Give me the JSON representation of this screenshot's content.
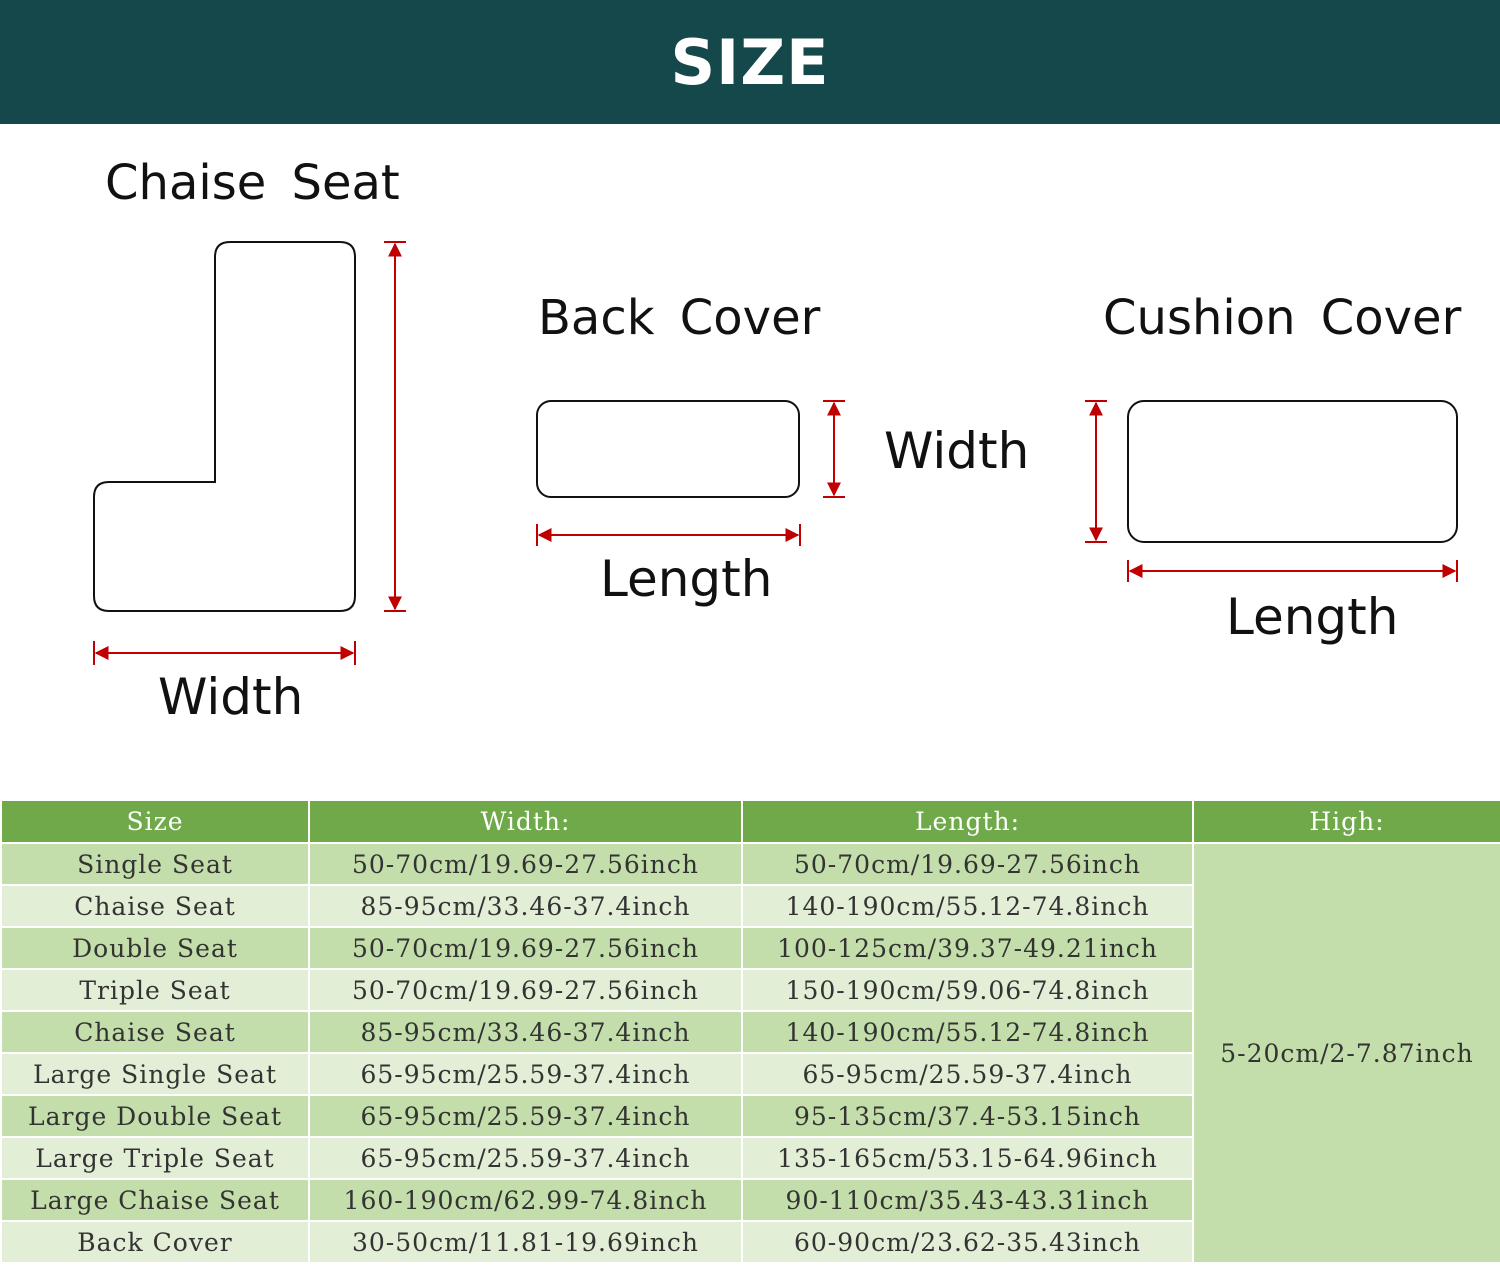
{
  "header": {
    "title": "SIZE"
  },
  "diagrams": {
    "chaise_seat": {
      "title": "Chaise Seat",
      "width_label": "Width"
    },
    "back_cover": {
      "title": "Back Cover",
      "length_label": "Length",
      "width_label": "Width"
    },
    "cushion_cover": {
      "title": "Cushion Cover",
      "length_label": "Length"
    }
  },
  "colors": {
    "header_bg": "#15484a",
    "table_header_bg": "#6fa94a",
    "row_dark": "#c3deaa",
    "row_light": "#e2efd6",
    "arrow": "#c00000"
  },
  "table": {
    "headers": [
      "Size",
      "Width:",
      "Length:",
      "High:"
    ],
    "rows": [
      [
        "Single Seat",
        "50-70cm/19.69-27.56inch",
        "50-70cm/19.69-27.56inch"
      ],
      [
        "Chaise Seat",
        "85-95cm/33.46-37.4inch",
        "140-190cm/55.12-74.8inch"
      ],
      [
        "Double Seat",
        "50-70cm/19.69-27.56inch",
        "100-125cm/39.37-49.21inch"
      ],
      [
        "Triple Seat",
        "50-70cm/19.69-27.56inch",
        "150-190cm/59.06-74.8inch"
      ],
      [
        "Chaise Seat",
        "85-95cm/33.46-37.4inch",
        "140-190cm/55.12-74.8inch"
      ],
      [
        "Large Single Seat",
        "65-95cm/25.59-37.4inch",
        "65-95cm/25.59-37.4inch"
      ],
      [
        "Large Double Seat",
        "65-95cm/25.59-37.4inch",
        "95-135cm/37.4-53.15inch"
      ],
      [
        "Large Triple Seat",
        "65-95cm/25.59-37.4inch",
        "135-165cm/53.15-64.96inch"
      ],
      [
        "Large Chaise Seat",
        "160-190cm/62.99-74.8inch",
        "90-110cm/35.43-43.31inch"
      ],
      [
        "Back Cover",
        "30-50cm/11.81-19.69inch",
        "60-90cm/23.62-35.43inch"
      ]
    ],
    "high_value": "5-20cm/2-7.87inch"
  }
}
